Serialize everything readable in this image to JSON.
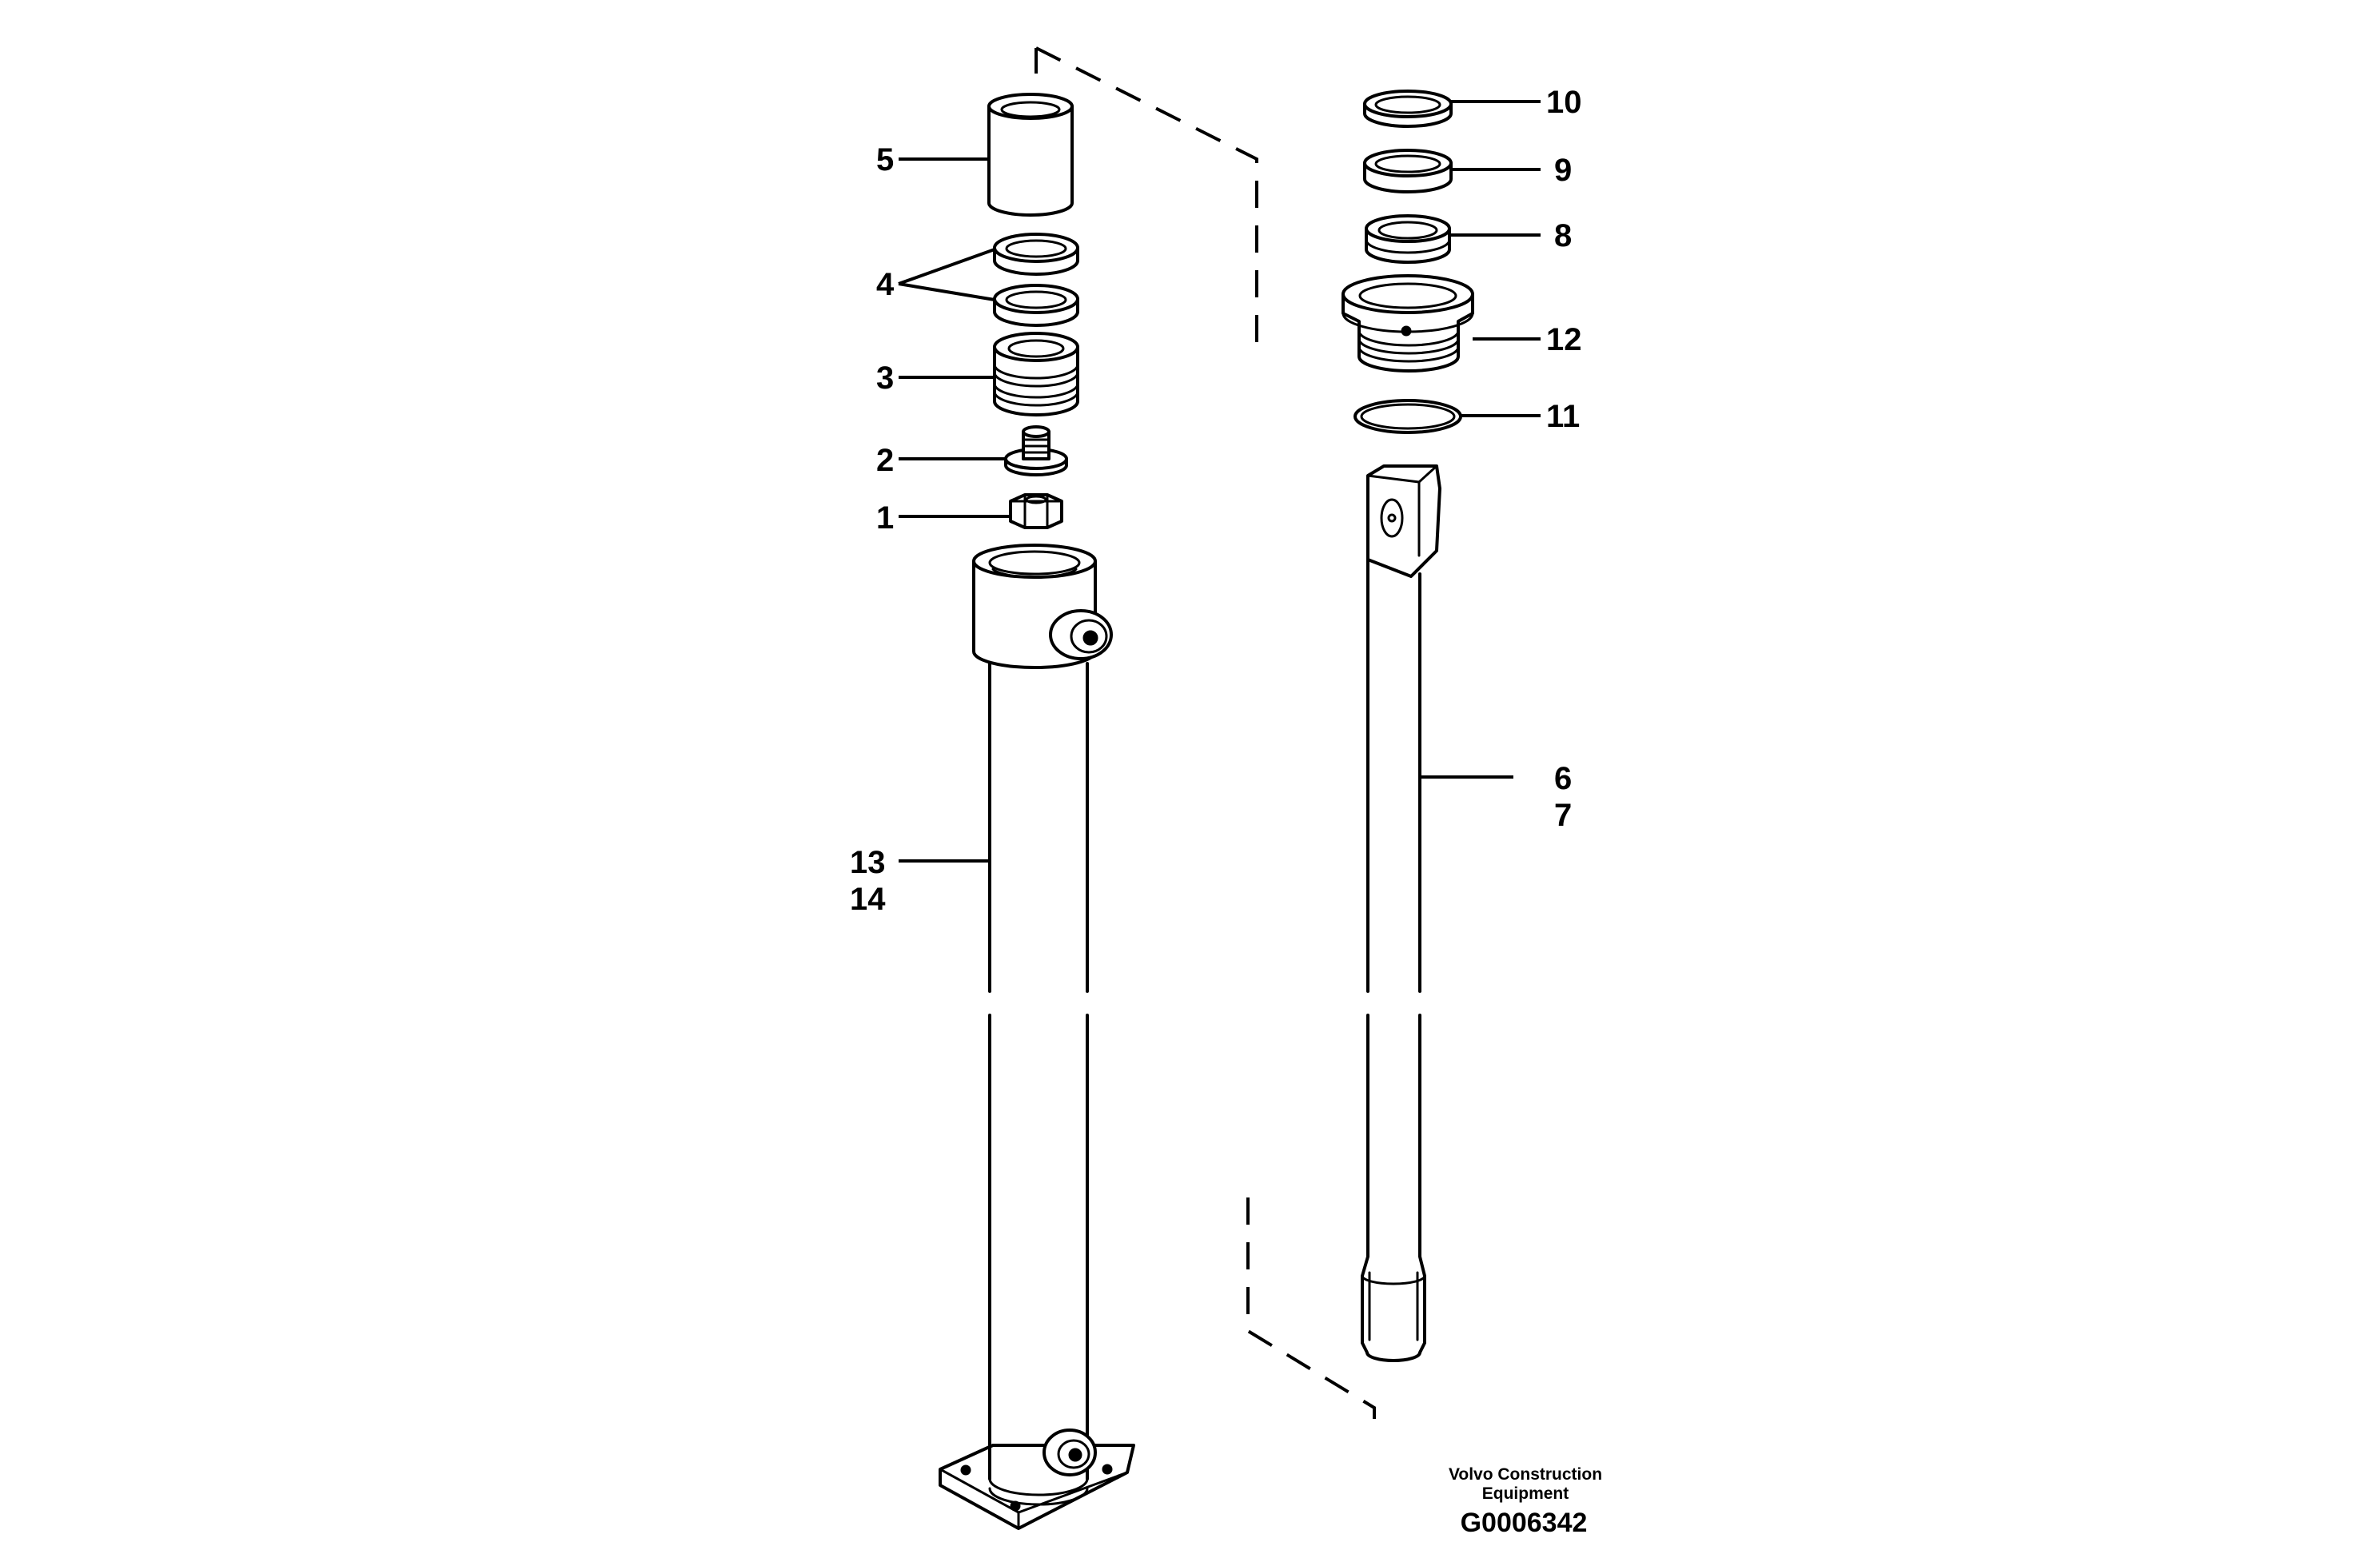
{
  "callouts": {
    "c1": "1",
    "c2": "2",
    "c3": "3",
    "c4": "4",
    "c5": "5",
    "c6": "6",
    "c7": "7",
    "c8": "8",
    "c9": "9",
    "c10": "10",
    "c11": "11",
    "c12": "12",
    "c13": "13",
    "c14": "14"
  },
  "caption": {
    "line1": "Volvo Construction",
    "line2": "Equipment",
    "code": "G0006342"
  }
}
